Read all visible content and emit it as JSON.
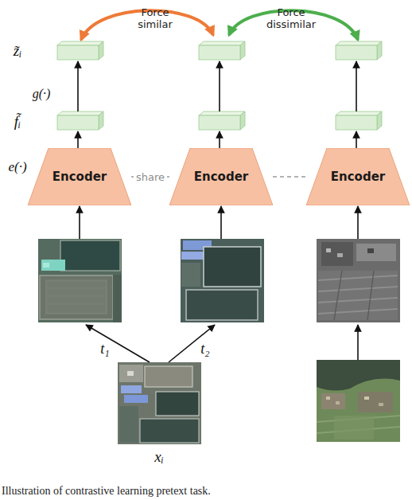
{
  "diagram": {
    "caption": "Illustration of contrastive learning pretext task.",
    "nodes": [
      {
        "text": [
          "Encoder"
        ]
      },
      {
        "text": [
          "Encoder"
        ]
      },
      {
        "text": [
          "Encoder"
        ]
      }
    ],
    "edges": [
      {
        "from": 0,
        "to": 1,
        "label": "share",
        "arrow": "none"
      },
      {
        "from": 1,
        "to": 2,
        "arrow": "none"
      }
    ],
    "labels": [
      "Force similar",
      "Force dissimilar",
      "z̃ᵢ",
      "g(·)",
      "f̃ᵢ",
      "e(·)",
      "t₁",
      "t₂",
      "xᵢ"
    ]
  }
}
